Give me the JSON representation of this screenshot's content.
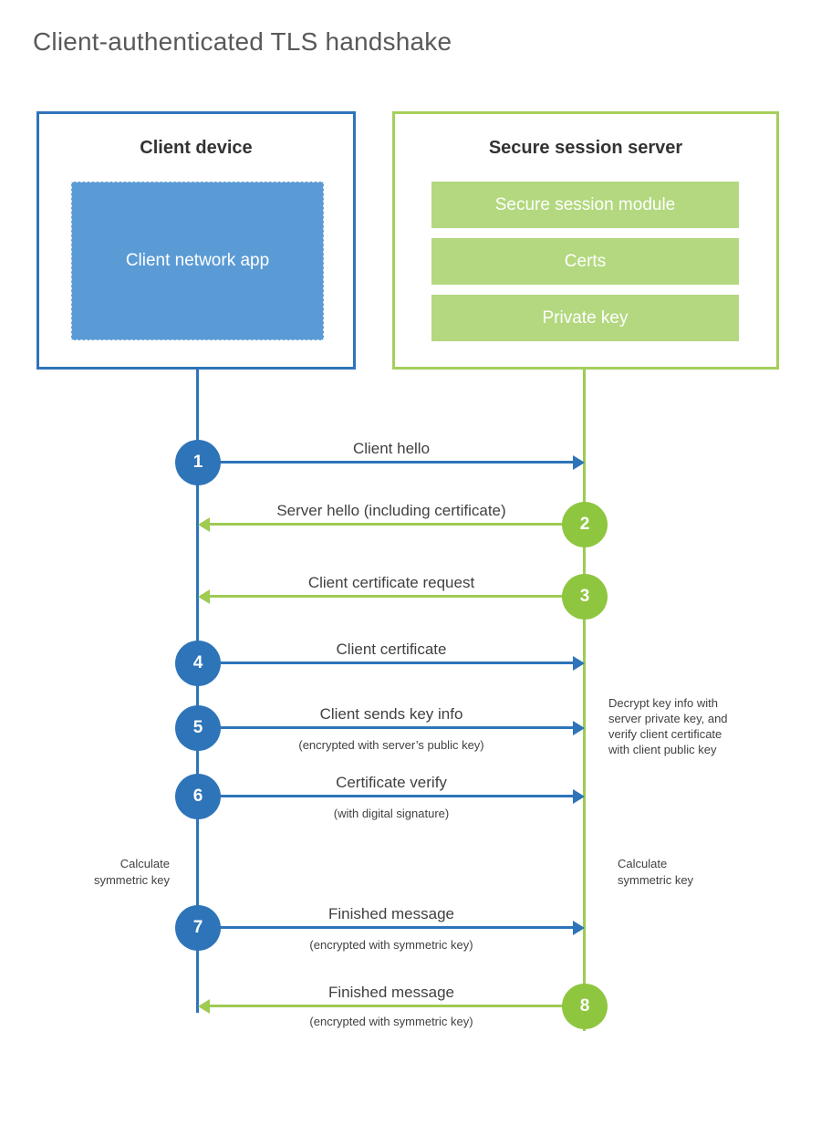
{
  "title": "Client-authenticated TLS handshake",
  "client": {
    "title": "Client device",
    "app_label": "Client network app"
  },
  "server": {
    "title": "Secure session server",
    "modules": [
      "Secure session module",
      "Certs",
      "Private key"
    ]
  },
  "steps": [
    {
      "num": "1",
      "label": "Client hello",
      "sublabel": "",
      "direction": "client-to-server"
    },
    {
      "num": "2",
      "label": "Server hello (including certificate)",
      "sublabel": "",
      "direction": "server-to-client"
    },
    {
      "num": "3",
      "label": "Client certificate request",
      "sublabel": "",
      "direction": "server-to-client"
    },
    {
      "num": "4",
      "label": "Client certificate",
      "sublabel": "",
      "direction": "client-to-server"
    },
    {
      "num": "5",
      "label": "Client sends key info",
      "sublabel": "(encrypted with server’s public key)",
      "direction": "client-to-server"
    },
    {
      "num": "6",
      "label": "Certificate verify",
      "sublabel": "(with digital signature)",
      "direction": "client-to-server"
    },
    {
      "num": "7",
      "label": "Finished message",
      "sublabel": "(encrypted with symmetric key)",
      "direction": "client-to-server"
    },
    {
      "num": "8",
      "label": "Finished message",
      "sublabel": "(encrypted with symmetric key)",
      "direction": "server-to-client"
    }
  ],
  "annotations": {
    "decrypt_note": "Decrypt key info with\nserver private key, and\nverify client certificate\nwith client public key",
    "calculate_left": "Calculate\nsymmetric key",
    "calculate_right": "Calculate\nsymmetric key"
  },
  "colors": {
    "blue": "#2e74b9",
    "blue_fill": "#5b9bd5",
    "green_badge": "#8ec63f",
    "green_line": "#9fcb52",
    "green_border": "#a5ce5c",
    "green_fill": "#b3d87f",
    "text": "#414141",
    "title_text": "#595959"
  }
}
